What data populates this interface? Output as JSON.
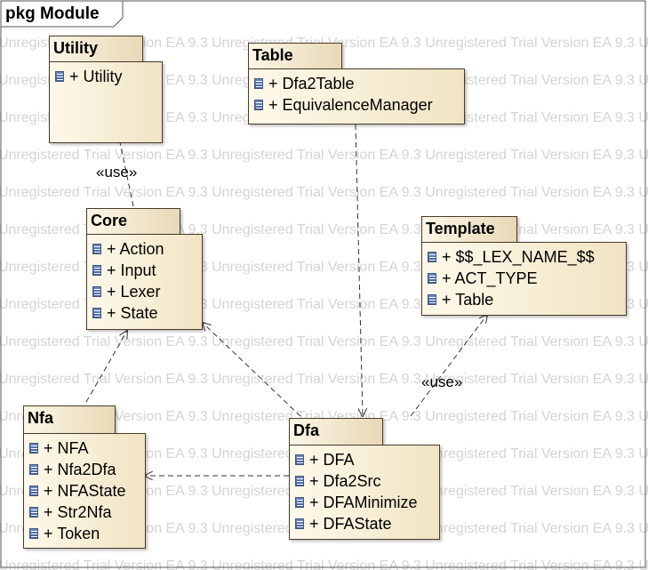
{
  "diagram": {
    "frame_title": "pkg Module",
    "watermark_text": "Unregistered Trial Version    EA 9.3 Unregistered Trial Version    EA 9.3 Unregistered Trial Version    EA 9.3 Unregistered Trial Version"
  },
  "packages": {
    "utility": {
      "name": "Utility",
      "items": [
        "+ Utility"
      ]
    },
    "table": {
      "name": "Table",
      "items": [
        "+ Dfa2Table",
        "+ EquivalenceManager"
      ]
    },
    "core": {
      "name": "Core",
      "items": [
        "+ Action",
        "+ Input",
        "+ Lexer",
        "+ State"
      ]
    },
    "template": {
      "name": "Template",
      "items": [
        "+ $$_LEX_NAME_$$",
        "+ ACT_TYPE",
        "+ Table"
      ]
    },
    "nfa": {
      "name": "Nfa",
      "items": [
        "+ NFA",
        "+ Nfa2Dfa",
        "+ NFAState",
        "+ Str2Nfa",
        "+ Token"
      ]
    },
    "dfa": {
      "name": "Dfa",
      "items": [
        "+ DFA",
        "+ Dfa2Src",
        "+ DFAMinimize",
        "+ DFAState"
      ]
    }
  },
  "stereotypes": {
    "core_utility": "«use»",
    "dfa_template": "«use»"
  },
  "colors": {
    "package_fill_light": "#fdf9ea",
    "package_fill_dark": "#f1e4c4",
    "package_border": "#4a3a28",
    "connector": "#333333",
    "watermark": "#d4d4d4"
  }
}
